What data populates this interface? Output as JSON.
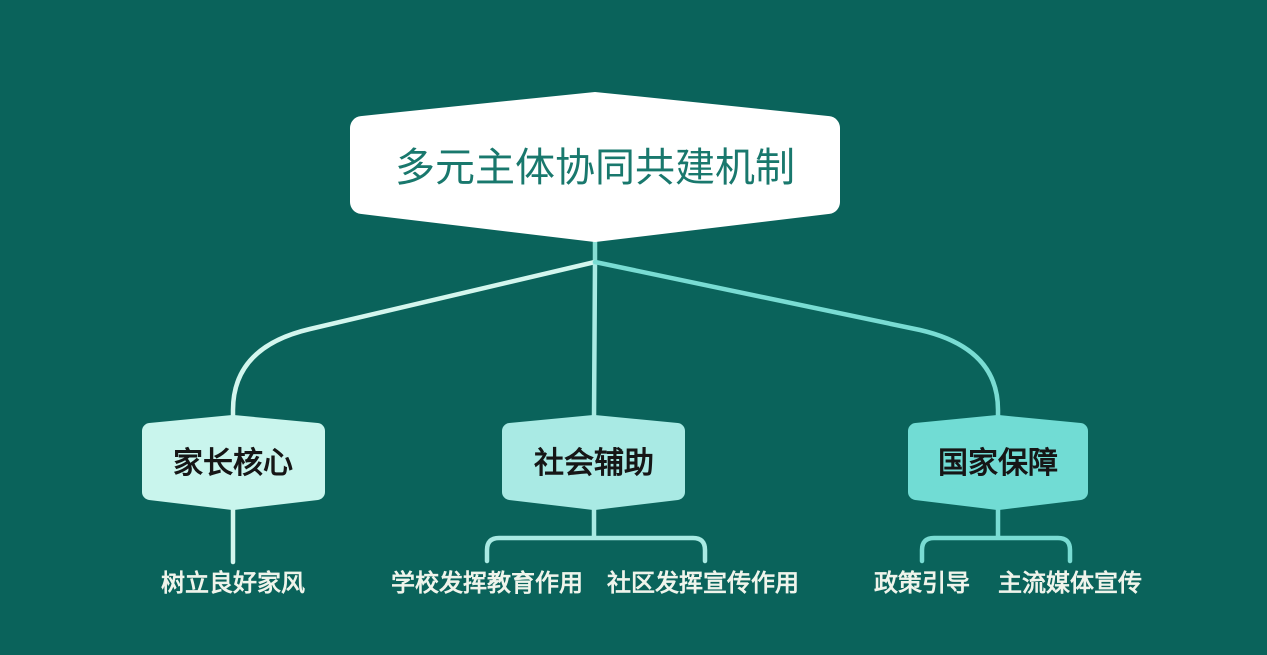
{
  "canvas": {
    "background": "#0a635b"
  },
  "mindmap": {
    "root": {
      "label": "多元主体协同共建机制",
      "fill": "#ffffff",
      "text_color": "#19786d",
      "trunk_color": "#87ded4"
    },
    "leaf_text_color": "#eff4eb",
    "branches": [
      {
        "label": "家长核心",
        "fill": "#c9f5ed",
        "line_color": "#d3f6ee",
        "text_color": "#161616",
        "children": [
          "树立良好家风"
        ]
      },
      {
        "label": "社会辅助",
        "fill": "#a9eae4",
        "line_color": "#a9eae3",
        "text_color": "#161616",
        "children": [
          "学校发挥教育作用",
          "社区发挥宣传作用"
        ]
      },
      {
        "label": "国家保障",
        "fill": "#71dcd4",
        "line_color": "#79dcd3",
        "text_color": "#161616",
        "children": [
          "政策引导",
          "主流媒体宣传"
        ]
      }
    ]
  }
}
